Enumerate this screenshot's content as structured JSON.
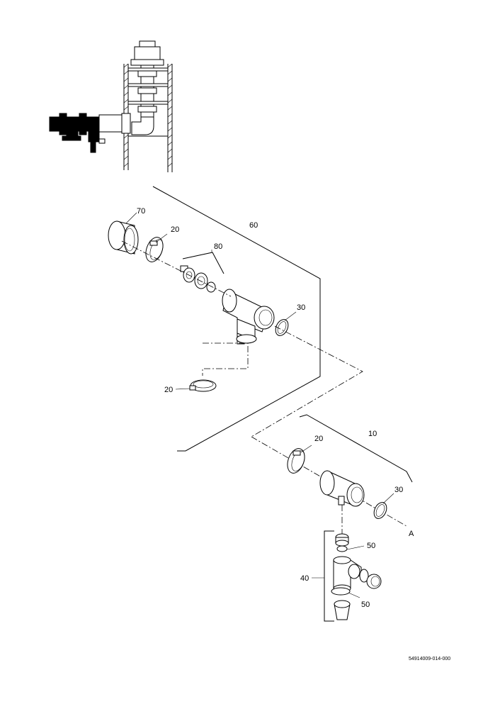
{
  "labels": {
    "p70": "70",
    "p20a": "20",
    "p60": "60",
    "p80": "80",
    "p30a": "30",
    "p20b": "20",
    "p20c": "20",
    "p10": "10",
    "p30b": "30",
    "pA": "A",
    "p50a": "50",
    "p40": "40",
    "p50b": "50"
  },
  "document_number": "54914009-014-000"
}
